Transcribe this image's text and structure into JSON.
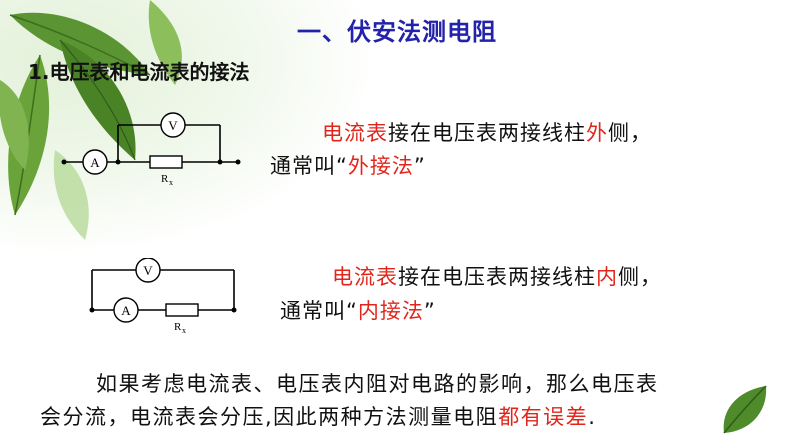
{
  "title": "一、伏安法测电阻",
  "subtitle": "1.电压表和电流表的接法",
  "circuit_labels": {
    "voltmeter": "V",
    "ammeter": "A",
    "resistor_main": "R",
    "resistor_sub": "x"
  },
  "section_external": {
    "line1": {
      "red_a": "电流表",
      "plain_a": "接在电压表两接线柱",
      "red_b": "外",
      "plain_b": "侧，"
    },
    "line2": {
      "plain": "通常叫“",
      "red": "外接法",
      "close": "”"
    }
  },
  "section_internal": {
    "line1": {
      "red_a": "电流表",
      "plain_a": "接在电压表两接线柱",
      "red_b": "内",
      "plain_b": "侧，"
    },
    "line2": {
      "plain": "通常叫“",
      "red": "内接法",
      "close": "”"
    }
  },
  "conclusion": {
    "line1": "如果考虑电流表、电压表内阻对电路的影响，那么电压表",
    "line2_plain": "会分流，电流表会分压,因此两种方法测量电阻",
    "line2_red": "都有误差",
    "line2_end": "."
  },
  "colors": {
    "title": "#2222aa",
    "accent_red": "#e0261c",
    "leaf": "#4f8a2b"
  }
}
